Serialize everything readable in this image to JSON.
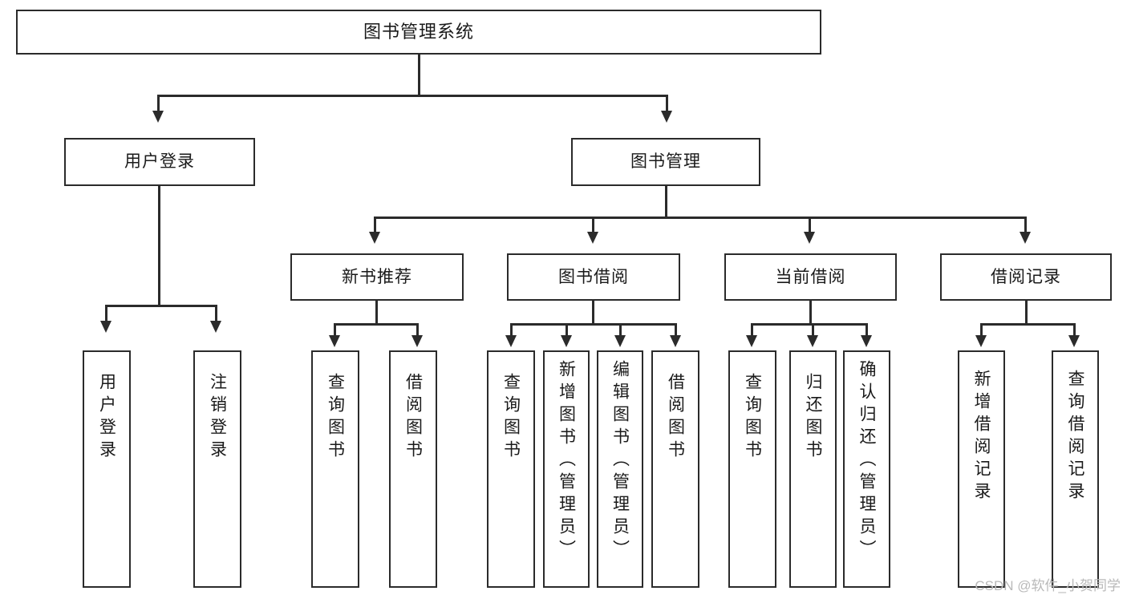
{
  "diagram": {
    "type": "tree-hierarchy",
    "title": "图书管理系统",
    "watermark": "CSDN @软件_小贺同学",
    "colors": {
      "stroke": "#2b2b2b",
      "fill": "#ffffff",
      "text": "#1a1a1a",
      "watermark": "#b9b9b9"
    },
    "levels": {
      "root": {
        "label": "图书管理系统"
      },
      "level2": [
        {
          "label": "用户登录"
        },
        {
          "label": "图书管理"
        }
      ],
      "level3": [
        {
          "label": "新书推荐"
        },
        {
          "label": "图书借阅"
        },
        {
          "label": "当前借阅"
        },
        {
          "label": "借阅记录"
        }
      ],
      "leaves": {
        "user_login": [
          {
            "label": "用户登录"
          },
          {
            "label": "注销登录"
          }
        ],
        "new_book_recommend": [
          {
            "label": "查询图书"
          },
          {
            "label": "借阅图书"
          }
        ],
        "book_borrow": [
          {
            "label": "查询图书"
          },
          {
            "label": "新增图书（管理员）"
          },
          {
            "label": "编辑图书（管理员）"
          },
          {
            "label": "借阅图书"
          }
        ],
        "current_borrow": [
          {
            "label": "查询图书"
          },
          {
            "label": "归还图书"
          },
          {
            "label": "确认归还（管理员）"
          }
        ],
        "borrow_record": [
          {
            "label": "新增借阅记录"
          },
          {
            "label": "查询借阅记录"
          }
        ]
      }
    }
  }
}
